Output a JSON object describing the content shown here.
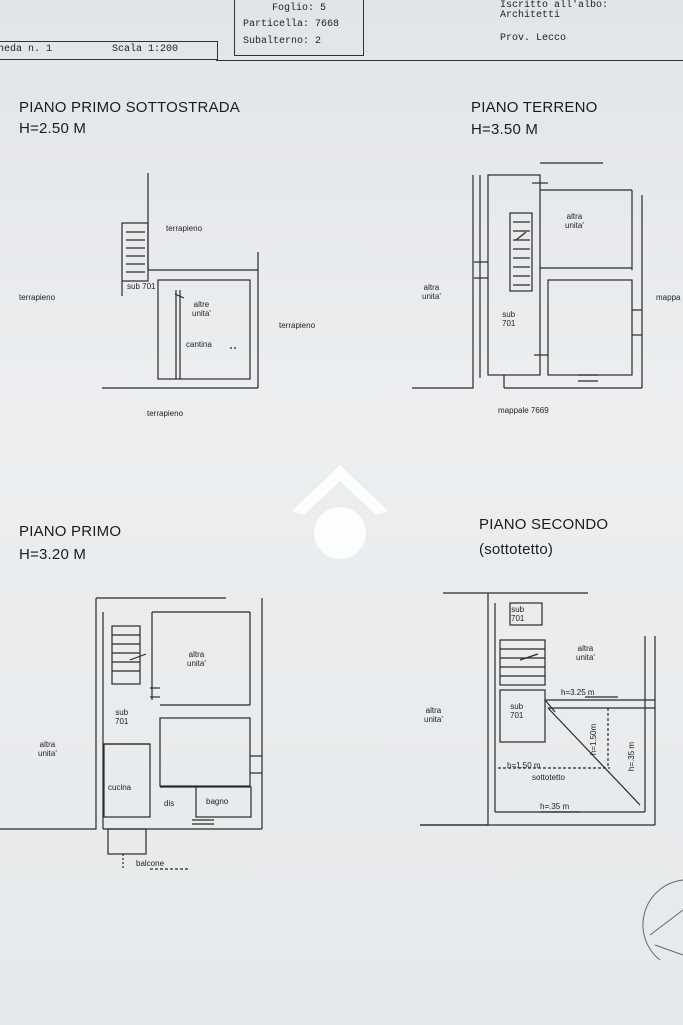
{
  "header": {
    "scheda": "heda n. 1",
    "scala": "Scala 1:200",
    "foglio": "Foglio: 5",
    "particella": "Particella: 7668",
    "subalterno": "Subalterno: 2",
    "iscritto": "Iscritto all'albo:",
    "architetti": "Architetti",
    "prov": "Prov. Lecco"
  },
  "plans": {
    "sottostrada": {
      "title": "PIANO PRIMO SOTTOSTRADA",
      "height": "H=2.50 M",
      "labels": {
        "terrapieno_top": "terrapieno",
        "terrapieno_left": "terrapieno",
        "terrapieno_right": "terrapieno",
        "terrapieno_bottom": "terrapieno",
        "sub": "sub 701",
        "altre_unita": "altre\nunita'",
        "cantina": "cantina"
      }
    },
    "terreno": {
      "title": "PIANO TERRENO",
      "height": "H=3.50 M",
      "labels": {
        "altra_unita_right": "altra\nunita'",
        "altra_unita_left": "altra\nunita'",
        "mappale_right": "mappa",
        "sub": "sub\n701",
        "mappale_bottom": "mappale 7669"
      }
    },
    "primo": {
      "title": "PIANO PRIMO",
      "height": "H=3.20 M",
      "labels": {
        "altra_unita_right": "altra\nunita'",
        "altra_unita_left": "altra\nunita'",
        "sub": "sub\n701",
        "cucina": "cucina",
        "dis": "dis",
        "bagno": "bagno",
        "balcone": "balcone"
      }
    },
    "secondo": {
      "title": "PIANO SECONDO",
      "subtitle": "(sottotetto)",
      "labels": {
        "sub_top": "sub\n701",
        "altra_unita_right": "altra\nunita'",
        "altra_unita_left": "altra\nunita'",
        "sub_mid": "sub\n701",
        "h325": "h=3.25 m",
        "h150v": "h=1.50m",
        "h35v": "h=.35 m",
        "h150": "h=1.50 m",
        "sottotetto": "sottotetto",
        "h35": "h=.35 m"
      }
    }
  },
  "colors": {
    "paper": "#e7eaec",
    "ink": "#1a1a1a",
    "watermark": "#ffffff"
  }
}
